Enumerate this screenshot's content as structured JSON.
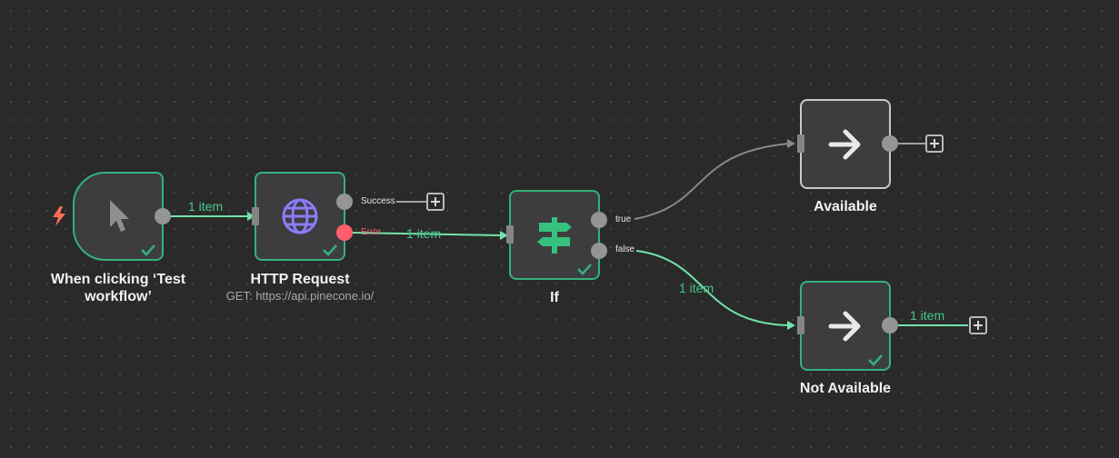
{
  "workflow": {
    "nodes": [
      {
        "id": "trigger",
        "title": "When clicking ‘Test workflow’",
        "icon": "cursor-icon",
        "status": "success"
      },
      {
        "id": "http",
        "title": "HTTP Request",
        "subtitle": "GET: https://api.pinecone.io/",
        "icon": "globe-icon",
        "status": "success",
        "outputs": {
          "success_label": "Success",
          "error_label": "Error"
        }
      },
      {
        "id": "if",
        "title": "If",
        "icon": "signpost-icon",
        "status": "success",
        "outputs": {
          "true_label": "true",
          "false_label": "false"
        }
      },
      {
        "id": "available",
        "title": "Available",
        "icon": "arrow-right-icon",
        "status": "idle"
      },
      {
        "id": "not_available",
        "title": "Not Available",
        "icon": "arrow-right-icon",
        "status": "success"
      }
    ],
    "edge_labels": {
      "trigger_to_http": "1 item",
      "http_error_to_if": "1 item",
      "if_false_to_not_available": "1 item",
      "not_available_out": "1 item"
    }
  },
  "colors": {
    "canvas": "#2a2a2a",
    "node_fill": "#3d3d40",
    "success": "#34b27b",
    "edge_active": "#72e3ab",
    "edge_idle": "#8a8a8a",
    "error": "#ff5f6d",
    "trigger_bolt": "#ff6d5a",
    "globe": "#8b7cf6",
    "signpost": "#35c27d"
  }
}
